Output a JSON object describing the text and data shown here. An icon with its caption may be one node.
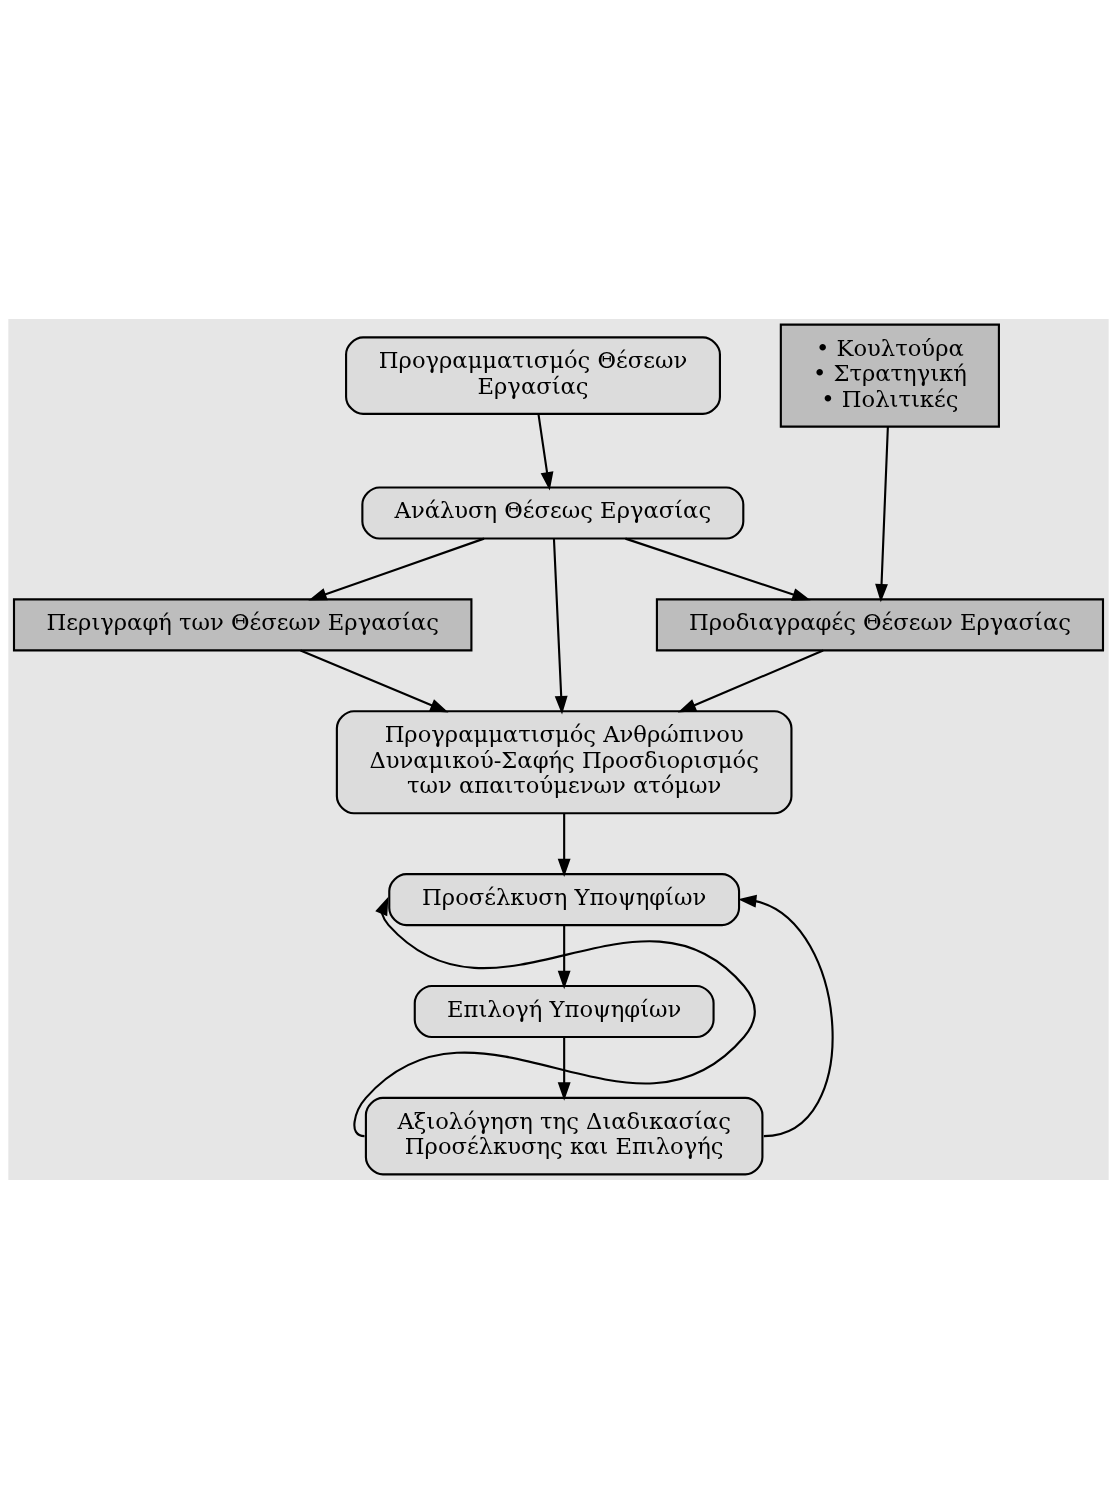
{
  "diagram": {
    "nodes": [
      {
        "text": [
          "Προγραμματισμός Θέσεων Εργασίας"
        ]
      },
      {
        "text": [
          "• Κουλτούρα",
          "• Στρατηγική",
          "• Πολιτικές"
        ]
      },
      {
        "text": [
          "Ανάλυση Θέσεως Εργασίας"
        ]
      },
      {
        "text": [
          "Περιγραφή των Θέσεων Εργασίας"
        ]
      },
      {
        "text": [
          "Προδιαγραφές Θέσεων Εργασίας"
        ]
      },
      {
        "text": [
          "Προγραμματισμός Ανθρώπινου Δυναμικού-Σαφής Προσδιορισμός των απαιτούμενων ατόμων"
        ]
      },
      {
        "text": [
          "Προσέλκυση Υποψηφίων"
        ]
      },
      {
        "text": [
          "Επιλογή Υποψηφίων"
        ]
      },
      {
        "text": [
          "Αξιολόγηση της Διαδικασίας Προσέλκυσης και Επιλογής"
        ]
      }
    ],
    "edges": [
      {
        "from": 0,
        "to": 2,
        "arrow": "to"
      },
      {
        "from": 2,
        "to": 3,
        "arrow": "to"
      },
      {
        "from": 2,
        "to": 5,
        "arrow": "to"
      },
      {
        "from": 2,
        "to": 4,
        "arrow": "to"
      },
      {
        "from": 1,
        "to": 4,
        "arrow": "to"
      },
      {
        "from": 3,
        "to": 5,
        "arrow": "to"
      },
      {
        "from": 4,
        "to": 5,
        "arrow": "to"
      },
      {
        "from": 5,
        "to": 6,
        "arrow": "to"
      },
      {
        "from": 6,
        "to": 7,
        "arrow": "to"
      },
      {
        "from": 7,
        "to": 8,
        "arrow": "to"
      },
      {
        "from": 8,
        "to": 6,
        "arrow": "to"
      },
      {
        "from": 8,
        "to": 6,
        "arrow": "to"
      }
    ]
  }
}
